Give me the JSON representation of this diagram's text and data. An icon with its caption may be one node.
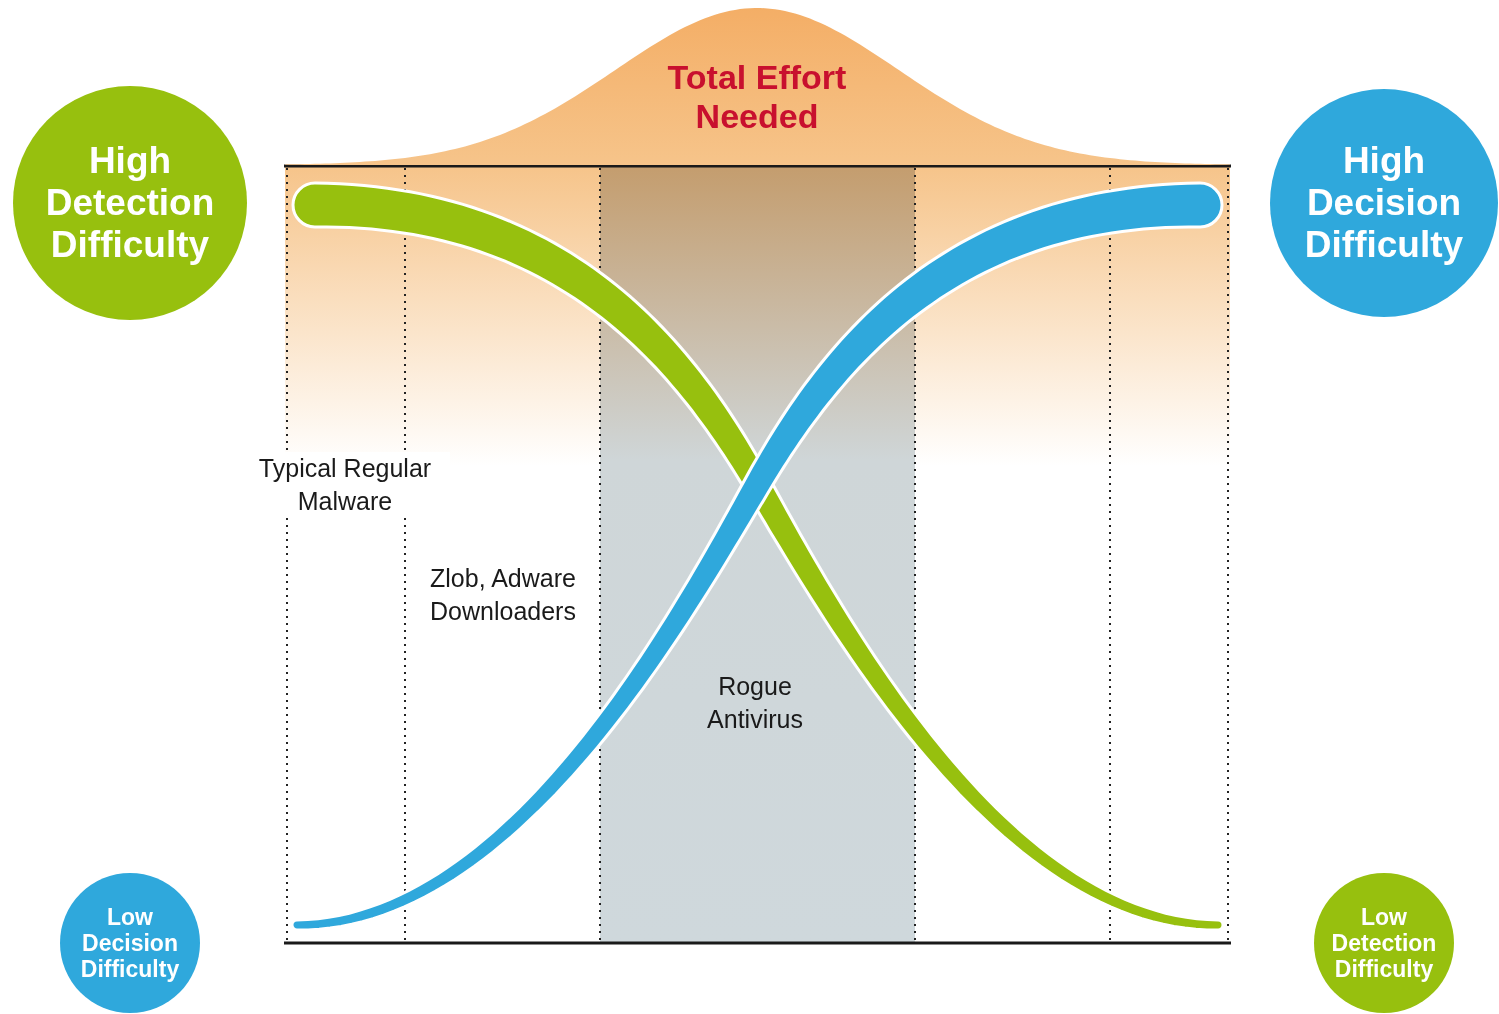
{
  "diagram": {
    "nodes": [
      {
        "text": [
          "Total Effort Needed"
        ]
      },
      {
        "text": [
          "High Detection Difficulty"
        ]
      },
      {
        "text": [
          "High Decision Difficulty"
        ]
      },
      {
        "text": [
          "Low Decision Difficulty"
        ]
      },
      {
        "text": [
          "Low Detection Difficulty"
        ]
      }
    ],
    "labels": [
      "Typical Regular Malware",
      "Zlob, Adware Downloaders",
      "Rogue Antivirus"
    ]
  }
}
